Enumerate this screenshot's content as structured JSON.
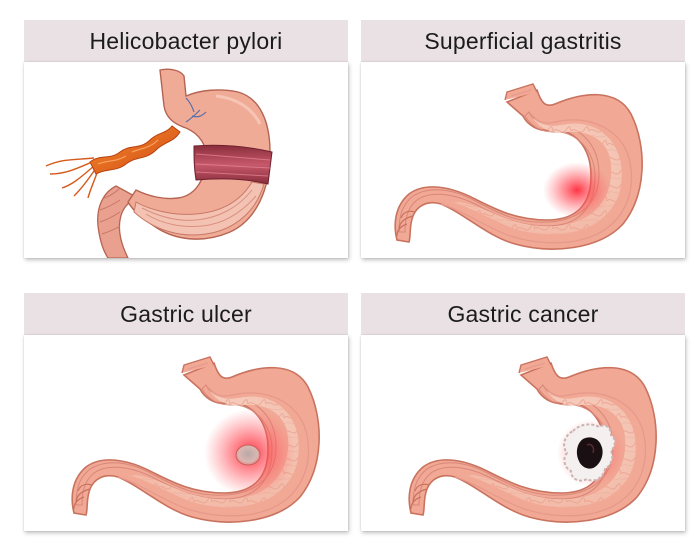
{
  "panels": [
    {
      "title": "Helicobacter pylori",
      "image": "stomach-with-h-pylori-bacterium"
    },
    {
      "title": "Superficial gastritis",
      "image": "stomach-with-inflamed-lining"
    },
    {
      "title": "Gastric ulcer",
      "image": "stomach-with-ulcer"
    },
    {
      "title": "Gastric cancer",
      "image": "stomach-with-tumor"
    }
  ],
  "colors": {
    "title_bar": "#e9e1e4",
    "stomach_wall": "#f1a895",
    "stomach_lining": "#f6c9b8",
    "inflammation": "#ff3b46",
    "bacterium": "#e2671f",
    "tumor": "#1a0f12"
  }
}
